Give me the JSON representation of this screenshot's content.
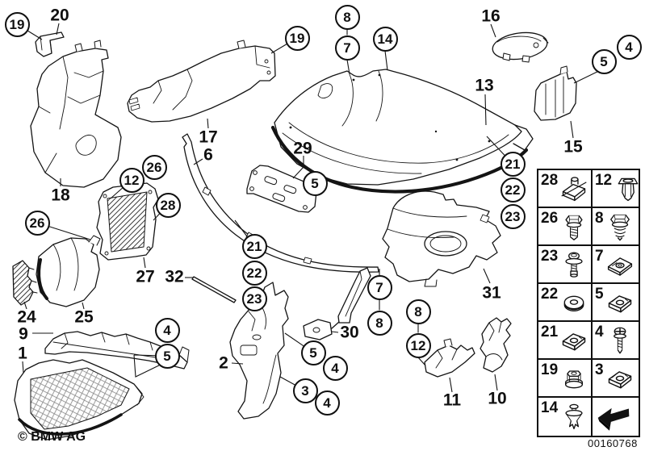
{
  "callouts": {
    "circled": [
      {
        "label": "19"
      },
      {
        "label": "8"
      },
      {
        "label": "7"
      },
      {
        "label": "14"
      },
      {
        "label": "19"
      },
      {
        "label": "4"
      },
      {
        "label": "5"
      },
      {
        "label": "26"
      },
      {
        "label": "12"
      },
      {
        "label": "28"
      },
      {
        "label": "26"
      },
      {
        "label": "5"
      },
      {
        "label": "21"
      },
      {
        "label": "22"
      },
      {
        "label": "23"
      },
      {
        "label": "21"
      },
      {
        "label": "22"
      },
      {
        "label": "23"
      },
      {
        "label": "7"
      },
      {
        "label": "8"
      },
      {
        "label": "8"
      },
      {
        "label": "12"
      },
      {
        "label": "4"
      },
      {
        "label": "5"
      },
      {
        "label": "4"
      },
      {
        "label": "5"
      },
      {
        "label": "4"
      },
      {
        "label": "3"
      }
    ],
    "plain": [
      {
        "label": "20"
      },
      {
        "label": "18"
      },
      {
        "label": "17"
      },
      {
        "label": "6"
      },
      {
        "label": "29"
      },
      {
        "label": "13"
      },
      {
        "label": "16"
      },
      {
        "label": "15"
      },
      {
        "label": "27"
      },
      {
        "label": "32"
      },
      {
        "label": "24"
      },
      {
        "label": "25"
      },
      {
        "label": "9"
      },
      {
        "label": "1"
      },
      {
        "label": "2"
      },
      {
        "label": "30"
      },
      {
        "label": "31"
      },
      {
        "label": "11"
      },
      {
        "label": "10"
      }
    ]
  },
  "legend": {
    "items": [
      {
        "num": "28",
        "icon": "cage-nut-with-screw-icon"
      },
      {
        "num": "12",
        "icon": "expansion-rivet-icon"
      },
      {
        "num": "26",
        "icon": "hex-screw-washer-icon"
      },
      {
        "num": "8",
        "icon": "hex-flange-screw-icon"
      },
      {
        "num": "23",
        "icon": "pan-screw-washer-icon"
      },
      {
        "num": "7",
        "icon": "speed-nut-icon"
      },
      {
        "num": "22",
        "icon": "washer-icon"
      },
      {
        "num": "5",
        "icon": "cage-clip-icon"
      },
      {
        "num": "21",
        "icon": "cage-clip-icon"
      },
      {
        "num": "4",
        "icon": "phillips-screw-icon"
      },
      {
        "num": "19",
        "icon": "plastic-nut-icon"
      },
      {
        "num": "3",
        "icon": "cage-clip-icon"
      },
      {
        "num": "14",
        "icon": "expanding-rivet-icon"
      },
      {
        "num": "",
        "icon": "direction-arrow-icon"
      }
    ]
  },
  "footer": {
    "copyright": "© BMW AG",
    "image_number": "00160768"
  }
}
